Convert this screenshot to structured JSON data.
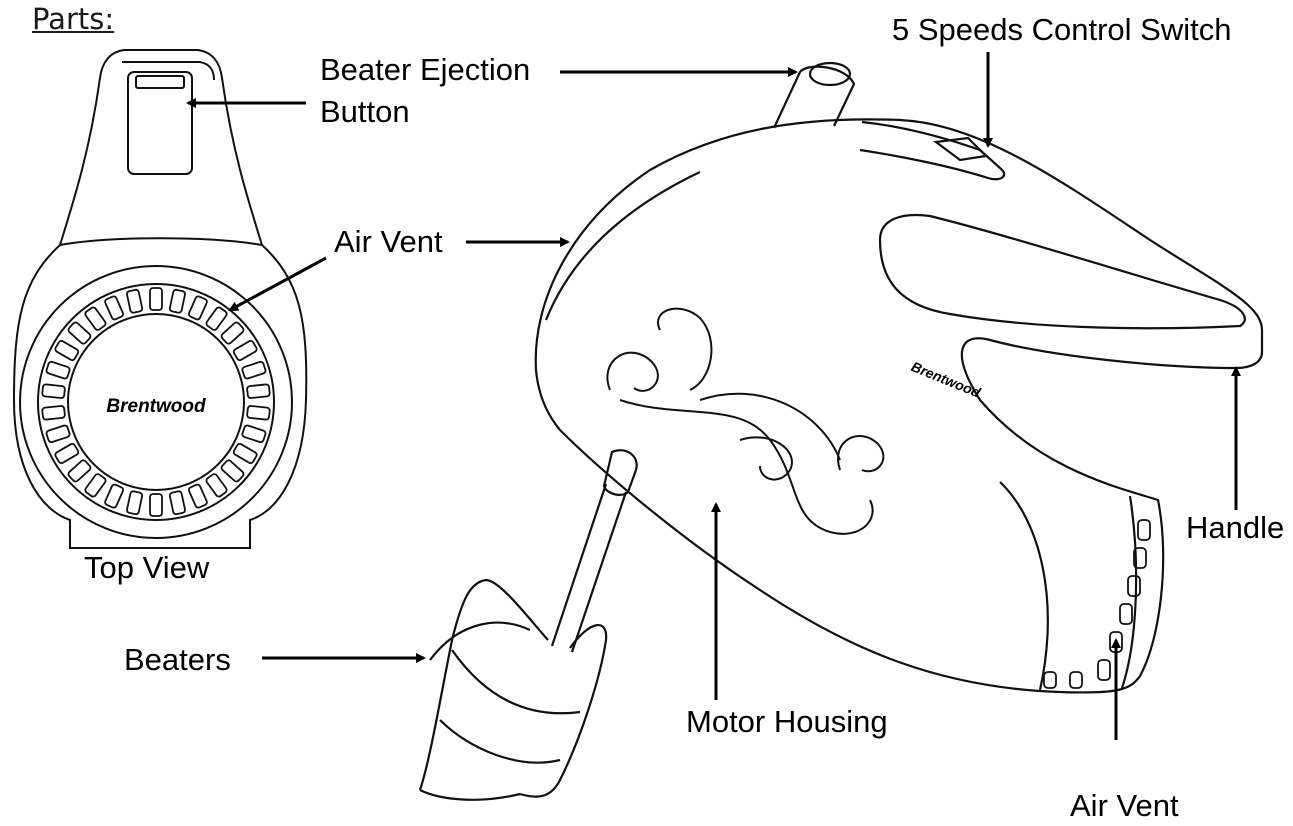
{
  "heading": "Parts:",
  "brand": "Brentwood",
  "labels": {
    "beater_ejection_line1": "Beater Ejection",
    "beater_ejection_line2": "Button",
    "speed_switch": "5 Speeds Control Switch",
    "air_vent_top": "Air Vent",
    "air_vent_bottom": "Air Vent",
    "top_view": "Top View",
    "handle": "Handle",
    "beaters": "Beaters",
    "motor_housing": "Motor Housing"
  }
}
